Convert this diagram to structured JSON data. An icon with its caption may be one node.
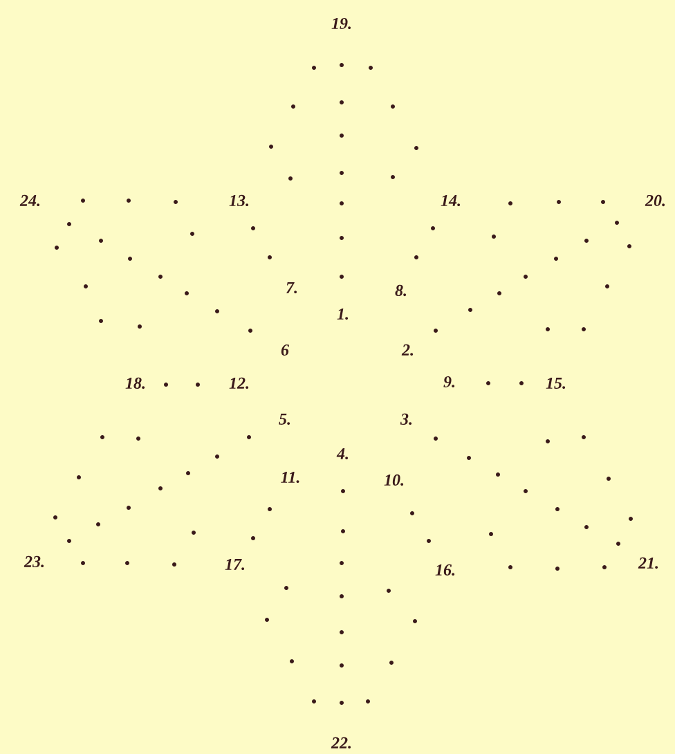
{
  "diagram": {
    "labels": [
      "19.",
      "24.",
      "13.",
      "14.",
      "20.",
      "7.",
      "8.",
      "1.",
      "6",
      "2.",
      "18.",
      "12.",
      "9.",
      "15.",
      "5.",
      "3.",
      "4.",
      "11.",
      "10.",
      "23.",
      "17.",
      "16.",
      "21.",
      "22."
    ]
  }
}
